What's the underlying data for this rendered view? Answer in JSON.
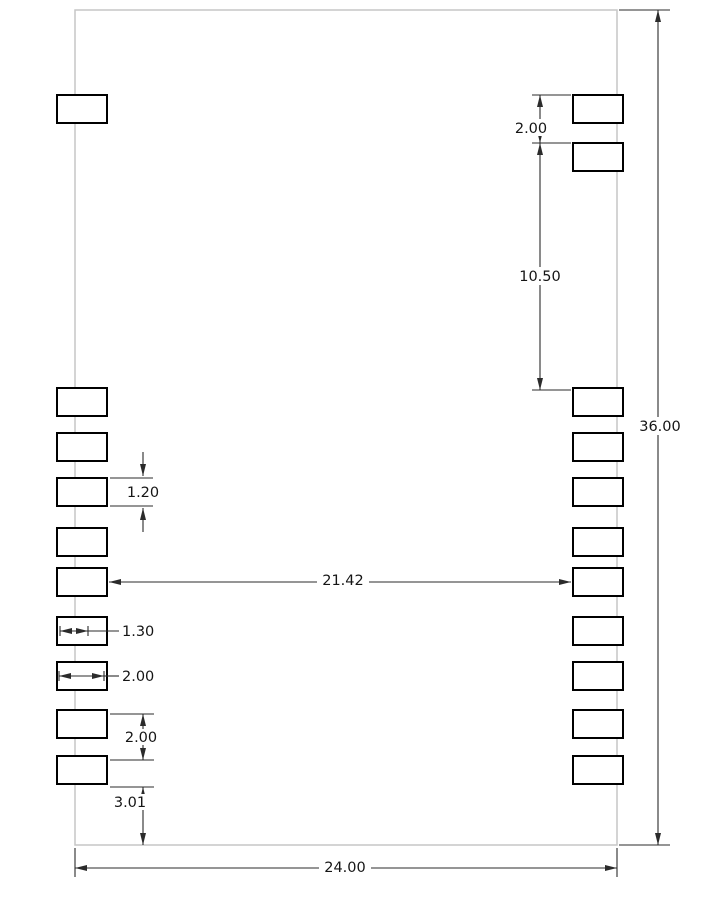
{
  "drawing": {
    "dims": {
      "right_pad_pitch": "2.00",
      "right_pad_gap": "10.50",
      "overall_height": "36.00",
      "pad_height": "1.20",
      "pad_inner_span": "21.42",
      "pad_inset": "1.30",
      "pad_length": "2.00",
      "left_pad_pitch": "2.00",
      "bottom_margin": "3.01",
      "overall_width": "24.00"
    },
    "colors": {
      "module_outline": "#c6c6c6",
      "pad_stroke": "#000000",
      "dimension_line": "#2b2b2b",
      "text": "#151515",
      "background": "#ffffff"
    }
  }
}
